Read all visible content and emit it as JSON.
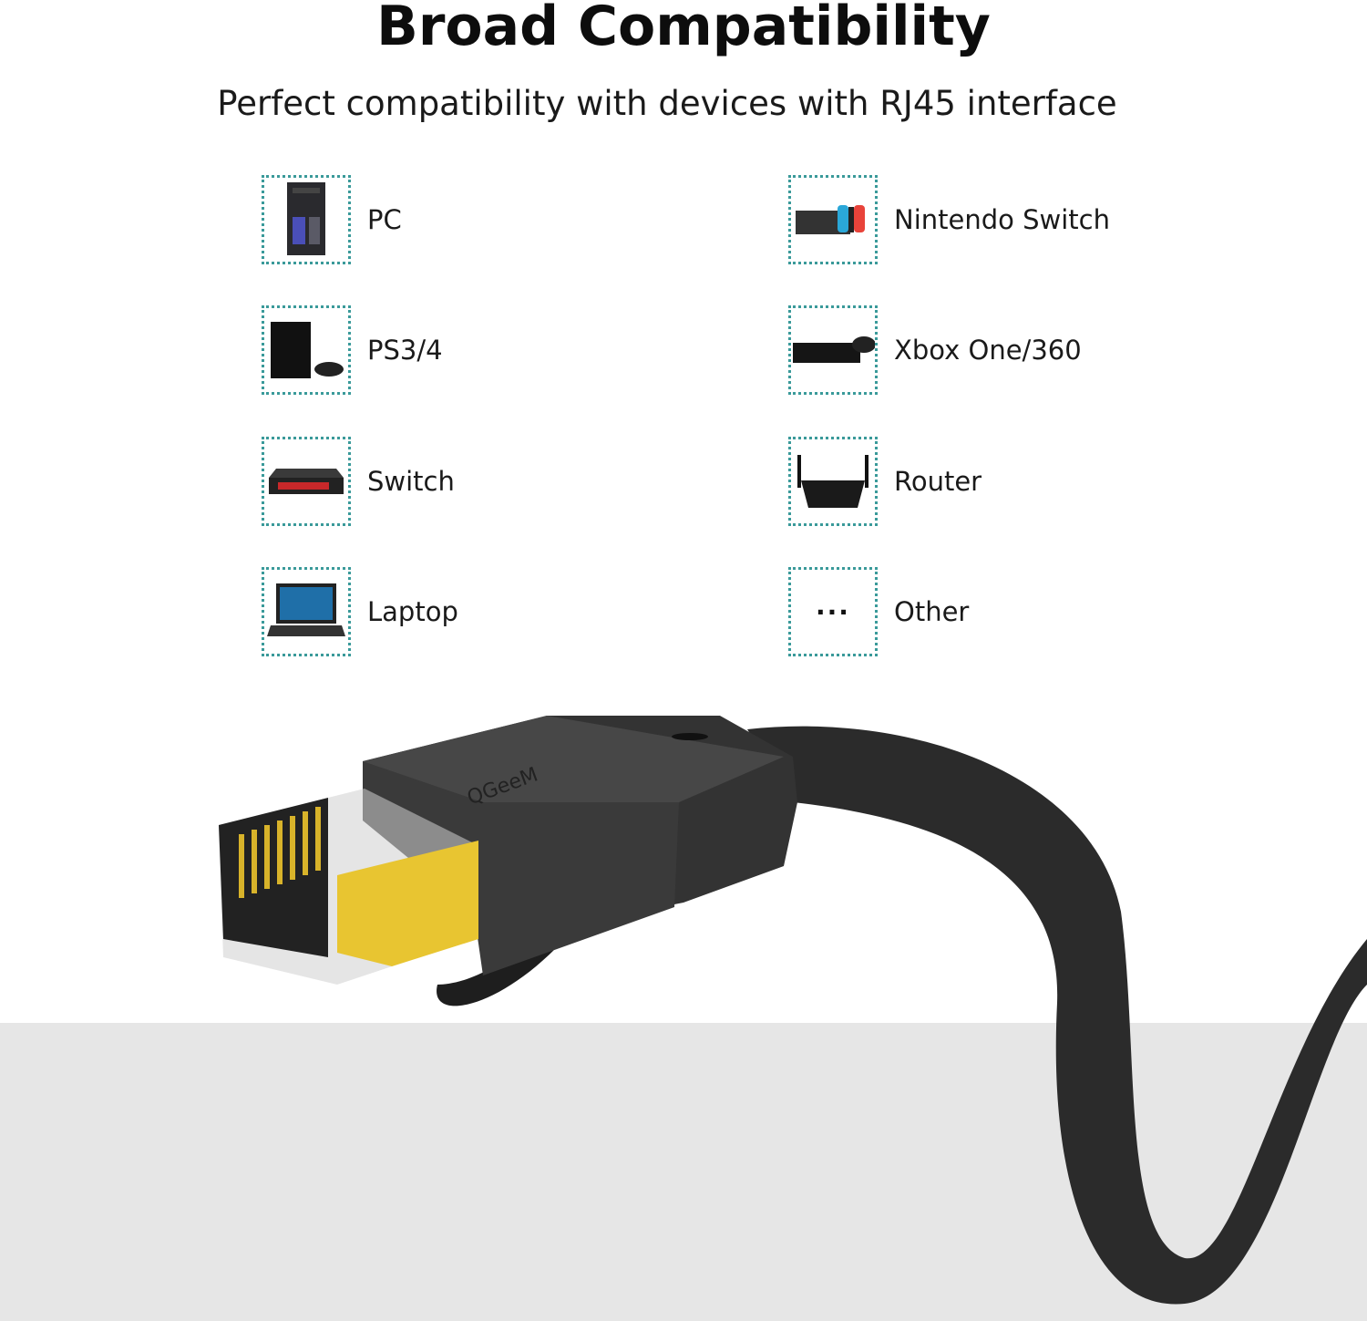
{
  "header": {
    "title": "Broad Compatibility",
    "subtitle": "Perfect compatibility with devices with RJ45 interface"
  },
  "devices": [
    {
      "label": "PC",
      "icon": "pc-tower-icon"
    },
    {
      "label": "Nintendo Switch",
      "icon": "nintendo-switch-icon"
    },
    {
      "label": "PS3/4",
      "icon": "playstation-icon"
    },
    {
      "label": "Xbox One/360",
      "icon": "xbox-icon"
    },
    {
      "label": "Switch",
      "icon": "network-switch-icon"
    },
    {
      "label": "Router",
      "icon": "router-icon"
    },
    {
      "label": "Laptop",
      "icon": "laptop-icon"
    },
    {
      "label": "Other",
      "icon": "ellipsis-icon",
      "glyph": "···"
    }
  ],
  "product": {
    "brand": "QGeeM"
  },
  "colors": {
    "box_border": "#3a9a9a",
    "floor": "#e6e6e6",
    "cable": "#2b2b2b",
    "gold": "#e8c531"
  }
}
